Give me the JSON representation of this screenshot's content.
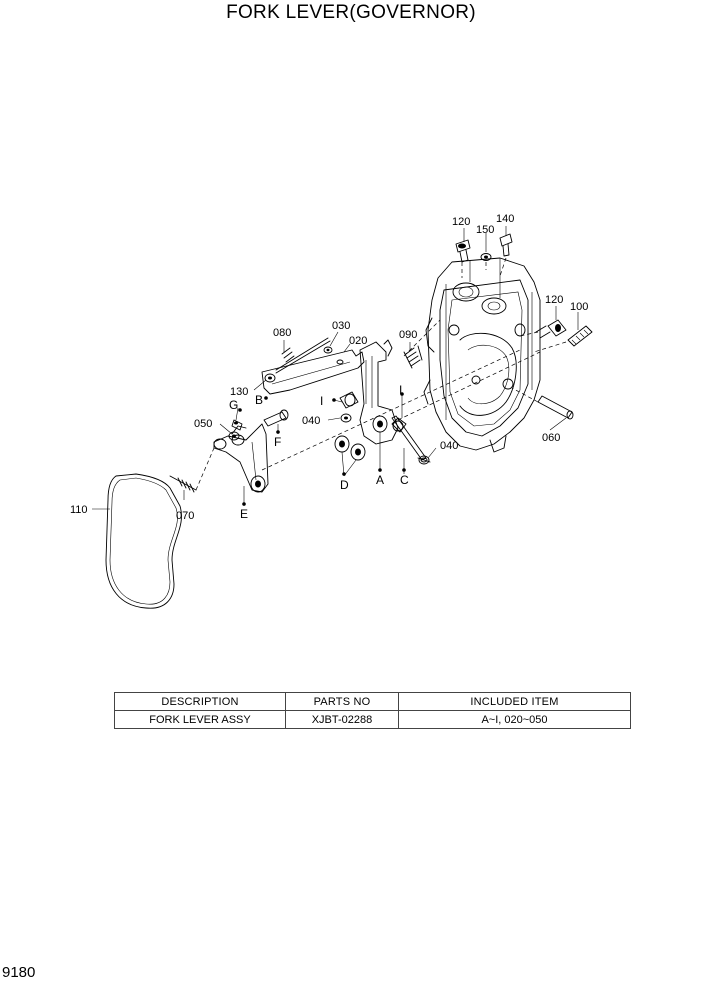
{
  "title": "FORK LEVER(GOVERNOR)",
  "page_number": "9180",
  "callouts": {
    "p120a": "120",
    "p140": "140",
    "p150": "150",
    "p120b": "120",
    "p100": "100",
    "p090": "090",
    "p080": "080",
    "p030": "030",
    "p020": "020",
    "p130": "130",
    "p050": "050",
    "p040a": "040",
    "p040b": "040",
    "p060": "060",
    "p070": "070",
    "p110": "110"
  },
  "letters": {
    "B": "B",
    "G": "G",
    "F": "F",
    "I1": "I",
    "I2": "I",
    "A": "A",
    "C": "C",
    "D": "D",
    "E": "E"
  },
  "table": {
    "headers": [
      "DESCRIPTION",
      "PARTS NO",
      "INCLUDED ITEM"
    ],
    "rows": [
      [
        "FORK LEVER ASSY",
        "XJBT-02288",
        "A~I, 020~050"
      ]
    ]
  }
}
